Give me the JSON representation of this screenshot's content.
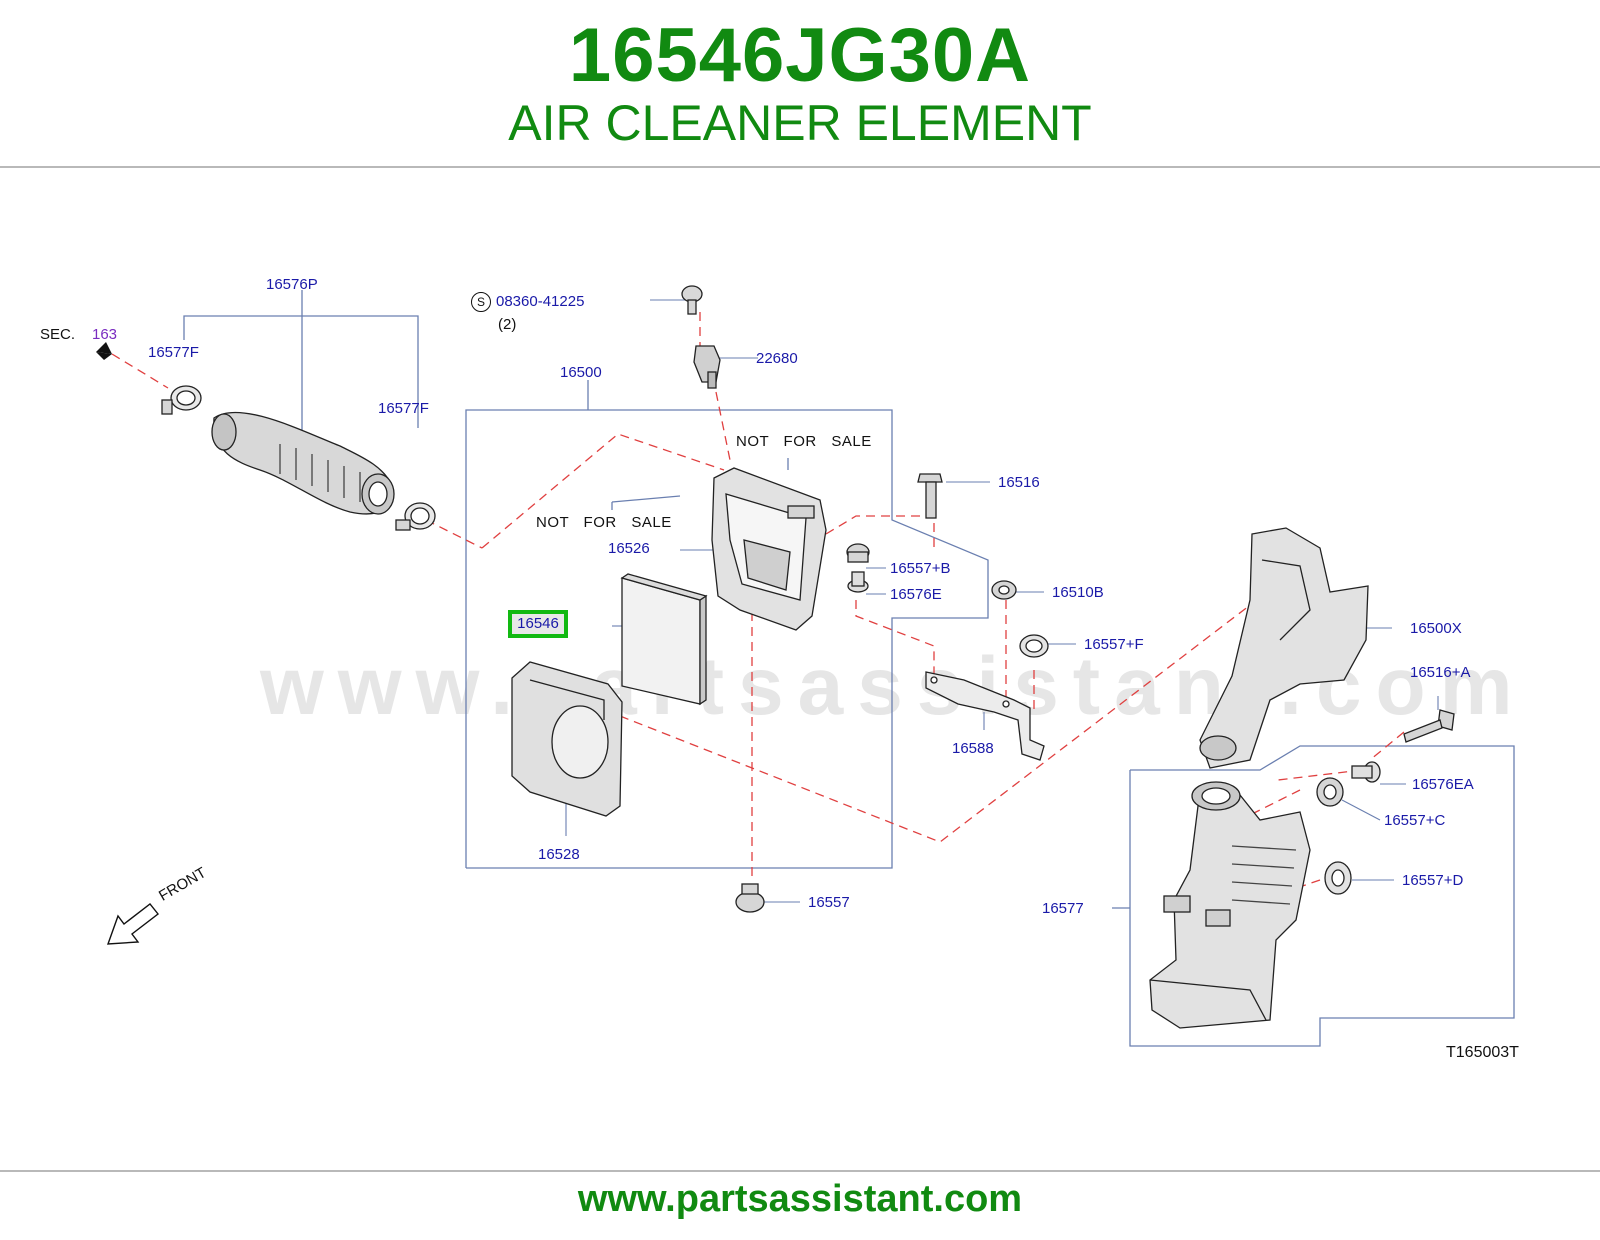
{
  "header": {
    "part_number": "16546JG30A",
    "part_name": "AIR CLEANER ELEMENT"
  },
  "footer": {
    "url": "www.partsassistant.com"
  },
  "watermark": "www.partsassistant.com",
  "diagram": {
    "sec_prefix": "SEC.",
    "sec_number": "163",
    "front_label": "FRONT",
    "not_for_sale": "NOT FOR SALE",
    "screw_symbol": "S",
    "screw_part": "08360-41225",
    "screw_qty": "(2)",
    "drawing_code": "T165003T",
    "highlighted_part": "16546",
    "labels": {
      "p16576P": "16576P",
      "p16577F_left": "16577F",
      "p16577F_right": "16577F",
      "p22680": "22680",
      "p16500": "16500",
      "p16516": "16516",
      "p16526": "16526",
      "p16557B": "16557+B",
      "p16576E": "16576E",
      "p16510B": "16510B",
      "p16557F": "16557+F",
      "p16500X": "16500X",
      "p16516A": "16516+A",
      "p16588": "16588",
      "p16528": "16528",
      "p16576EA": "16576EA",
      "p16557C": "16557+C",
      "p16557D": "16557+D",
      "p16577": "16577",
      "p16557": "16557"
    }
  },
  "colors": {
    "brand_green": "#118a11",
    "highlight_green": "#12b912",
    "label_blue": "#1a1aa8",
    "leader_red": "#e04040"
  }
}
